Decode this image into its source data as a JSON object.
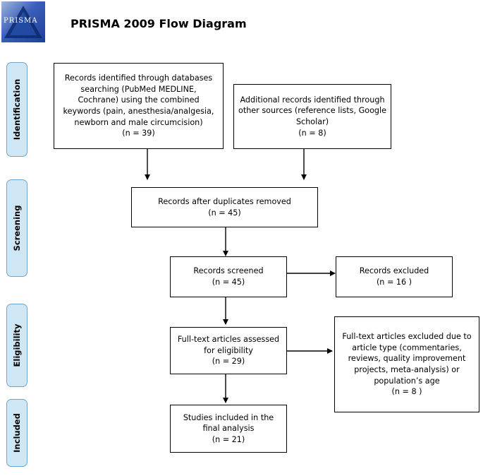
{
  "logo": {
    "text": "PRISMA"
  },
  "title": "PRISMA 2009 Flow Diagram",
  "stages": {
    "identification": "Identification",
    "screening": "Screening",
    "eligibility": "Eligibility",
    "included": "Included"
  },
  "boxes": {
    "databases": {
      "lines": [
        "Records identified through databases",
        "searching (PubMed MEDLINE,",
        "Cochrane) using the combined",
        "keywords (pain, anesthesia/analgesia,",
        "newborn and male circumcision)",
        "(n = 39)"
      ]
    },
    "other_sources": {
      "lines": [
        "Additional records identified through",
        "other sources (reference lists, Google",
        "Scholar)",
        "(n =  8)"
      ]
    },
    "duplicates_removed": {
      "lines": [
        "Records after duplicates removed",
        "(n = 45)"
      ]
    },
    "screened": {
      "lines": [
        "Records screened",
        "(n = 45)"
      ]
    },
    "excluded": {
      "lines": [
        "Records excluded",
        "(n =  16 )"
      ]
    },
    "full_text": {
      "lines": [
        "Full-text articles assessed",
        "for eligibility",
        "(n = 29)"
      ]
    },
    "full_text_excluded": {
      "lines": [
        "Full-text articles excluded due to",
        "article type (commentaries,",
        "reviews, quality improvement",
        "projects, meta-analysis) or",
        "population’s age",
        "(n =  8 )"
      ]
    },
    "included": {
      "lines": [
        "Studies included in the",
        "final analysis",
        "(n = 21)"
      ]
    }
  }
}
